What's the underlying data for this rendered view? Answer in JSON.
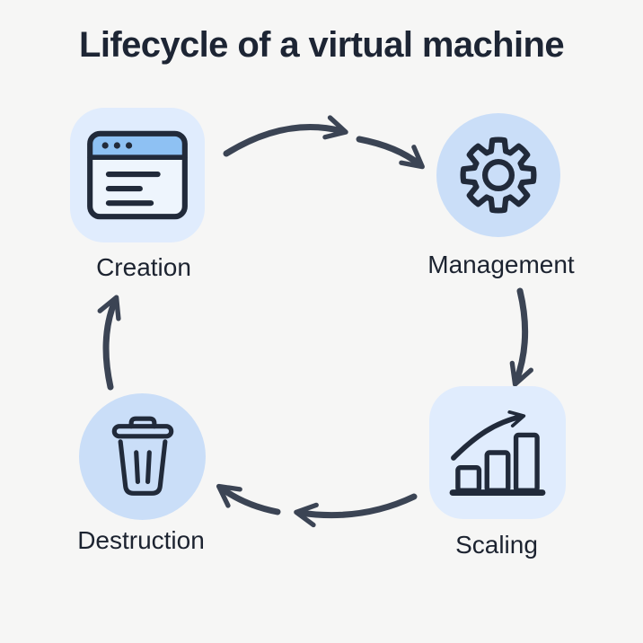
{
  "title": "Lifecycle of a virtual machine",
  "stages": [
    {
      "label": "Creation",
      "icon": "browser-window-icon",
      "container": "rounded-square"
    },
    {
      "label": "Management",
      "icon": "gear-icon",
      "container": "circle"
    },
    {
      "label": "Scaling",
      "icon": "bar-chart-growth-icon",
      "container": "rounded-square"
    },
    {
      "label": "Destruction",
      "icon": "trash-icon",
      "container": "circle"
    }
  ],
  "cycle_order": [
    "Creation",
    "Management",
    "Scaling",
    "Destruction"
  ],
  "colors": {
    "page-bg": "#f6f6f5",
    "ink": "#1d2534",
    "label-ink": "#1c2330",
    "tile-blue": "#e0ecfd",
    "circle-blue": "#cadef8",
    "icon-stroke": "#212a3a",
    "browser-bar": "#8ec1f3",
    "browser-body": "#eef5fd",
    "bar-fill": "#a6cdf5",
    "arrow": "#3b4454"
  }
}
